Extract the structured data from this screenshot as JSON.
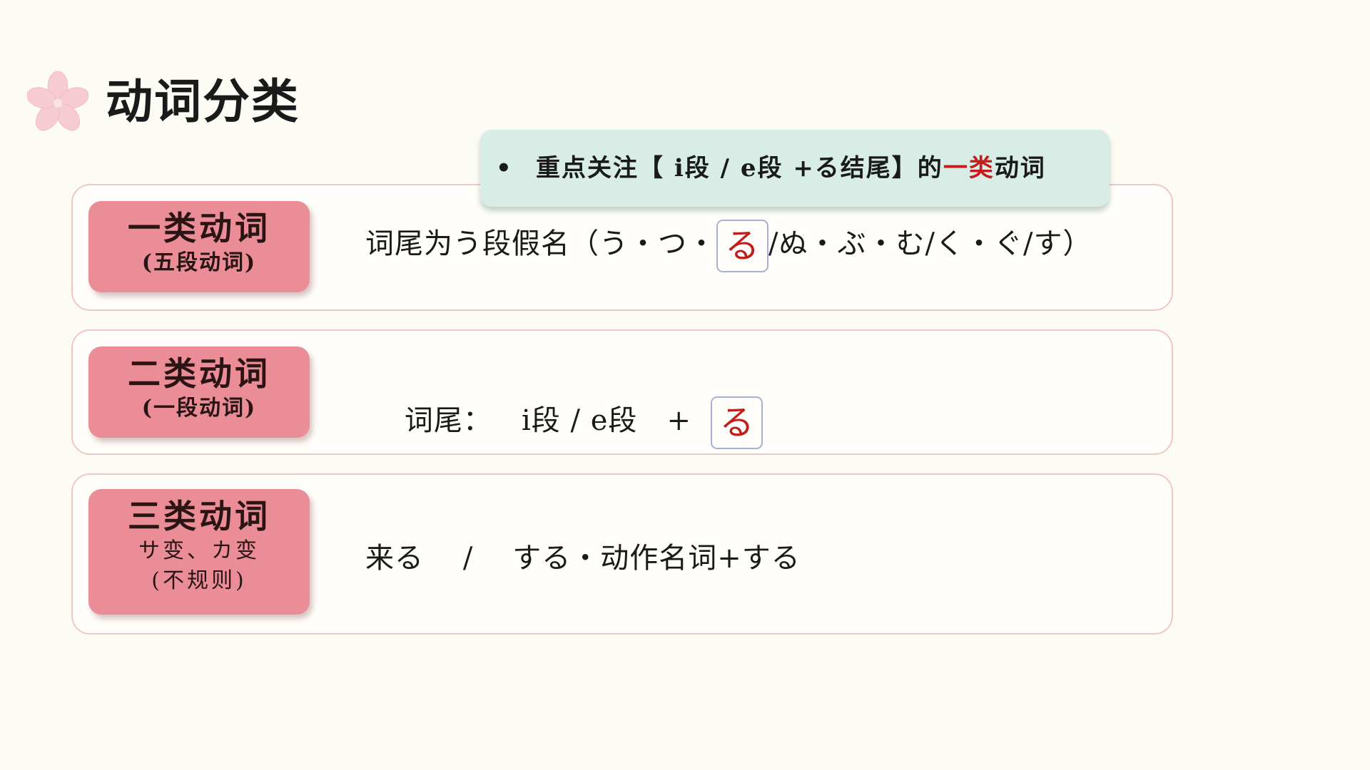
{
  "title": "动词分类",
  "callout": {
    "bullet": "•",
    "text_before": "重点关注【 i段 / e段 +る结尾】的",
    "text_highlight": "一类",
    "text_after": "动词",
    "highlight_color": "#c41c1c"
  },
  "rows": [
    {
      "badge_main": "一类动词",
      "badge_sub": "(五段动词)",
      "desc_before": "词尾为う段假名（う・つ・",
      "desc_boxed": "る",
      "desc_after": "/ぬ・ぶ・む/く・ぐ/す）"
    },
    {
      "badge_main": "二类动词",
      "badge_sub": "(一段动词)",
      "desc_before": "词尾：   i段 / e段   +  ",
      "desc_boxed": "る"
    },
    {
      "badge_main": "三类动词",
      "badge_sub": "サ变、カ变",
      "badge_sub2": "(不规则)",
      "desc": "来る    /    する・动作名词+する"
    }
  ],
  "colors": {
    "badge": "#ea8d96",
    "row_border": "#efc7c9",
    "callout_bg": "#d8ede6",
    "boxed_border": "#a9afd6",
    "boxed_text": "#c01d1d"
  },
  "icons": {
    "title_decoration": "sakura-flower-icon"
  }
}
